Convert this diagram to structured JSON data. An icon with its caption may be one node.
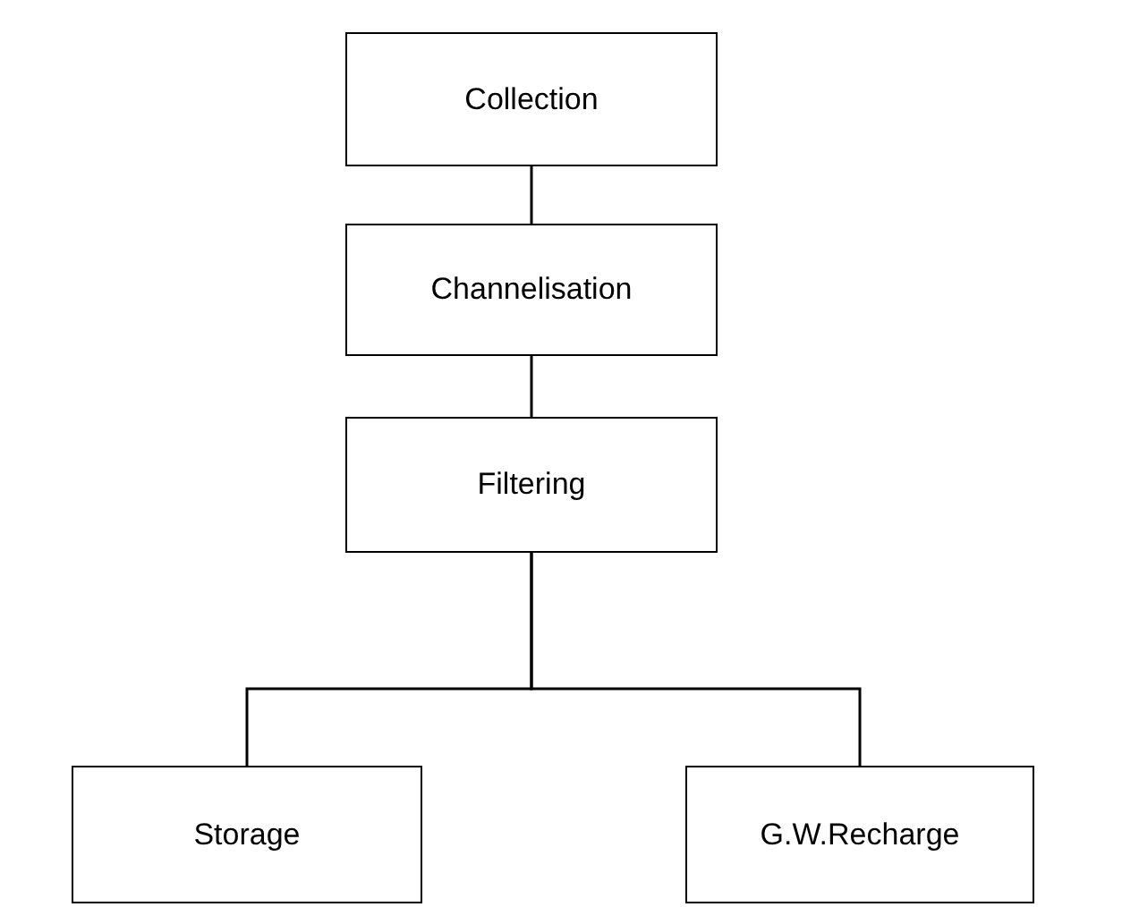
{
  "diagram": {
    "nodes": [
      {
        "text": [
          "Collection"
        ]
      },
      {
        "text": [
          "Channelisation"
        ]
      },
      {
        "text": [
          "Filtering"
        ]
      },
      {
        "text": [
          "Storage"
        ]
      },
      {
        "text": [
          "G.W.Recharge"
        ]
      }
    ],
    "edges": [
      {
        "from": 0,
        "to": 1,
        "arrow": "none"
      },
      {
        "from": 1,
        "to": 2,
        "arrow": "none"
      },
      {
        "from": 2,
        "to": 3,
        "arrow": "none"
      },
      {
        "from": 2,
        "to": 4,
        "arrow": "none"
      }
    ]
  }
}
